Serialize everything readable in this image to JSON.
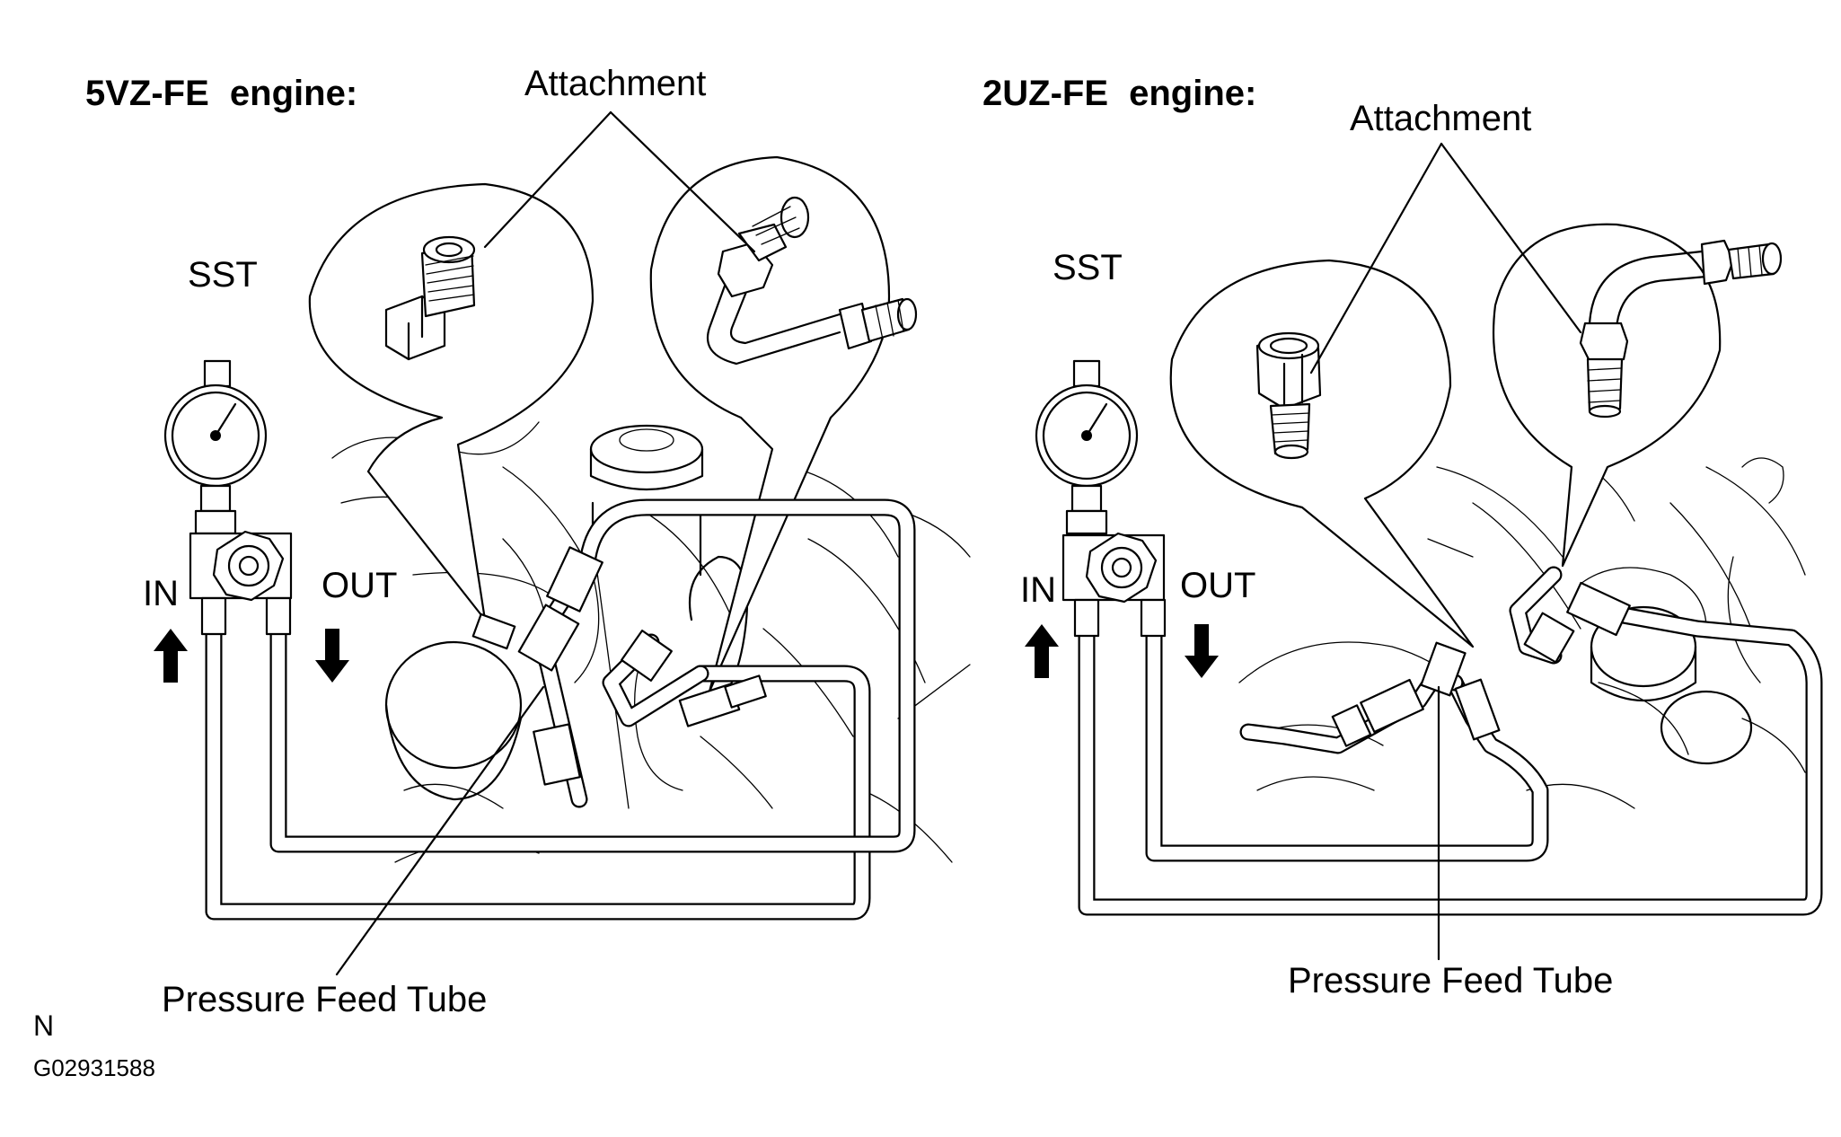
{
  "left_panel": {
    "title": "5VZ-FE  engine:",
    "attachment_label": "Attachment",
    "sst_label": "SST",
    "in_label": "IN",
    "out_label": "OUT",
    "pressure_feed_label": "Pressure Feed Tube"
  },
  "right_panel": {
    "title": "2UZ-FE  engine:",
    "attachment_label": "Attachment",
    "sst_label": "SST",
    "in_label": "IN",
    "out_label": "OUT",
    "pressure_feed_label": "Pressure Feed Tube"
  },
  "footer": {
    "letter": "N",
    "code": "G02931588"
  }
}
